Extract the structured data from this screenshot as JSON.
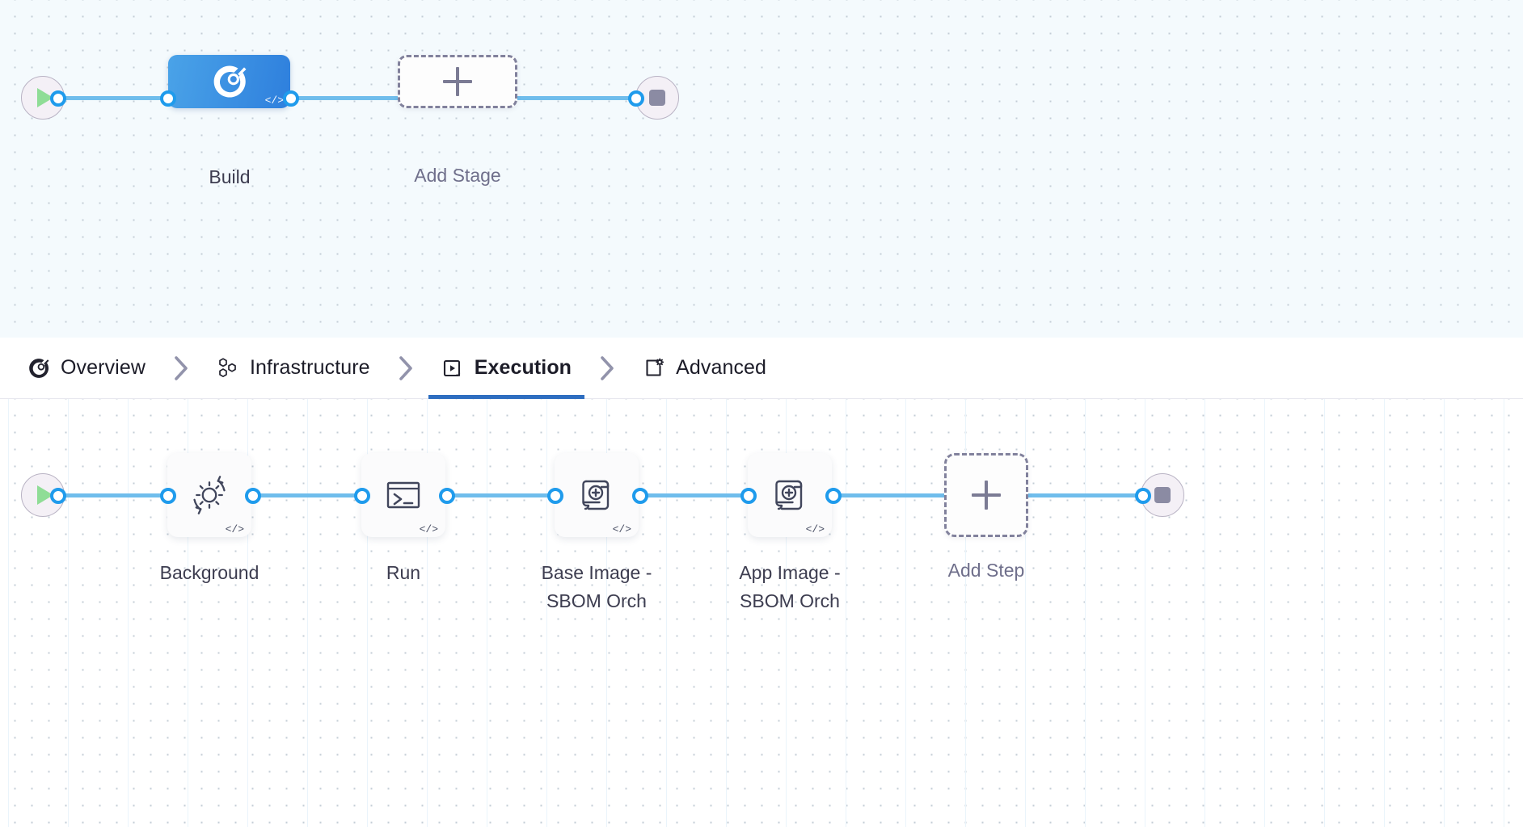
{
  "stage_row": {
    "start_node": {
      "icon": "play-icon",
      "name": "pipeline-start"
    },
    "end_node": {
      "icon": "stop-icon",
      "name": "pipeline-end"
    },
    "stages": [
      {
        "label": "Build",
        "icon": "harness-ci-build-icon",
        "badge": "</>",
        "selected": true
      }
    ],
    "add_stage": {
      "label": "Add Stage",
      "icon": "plus-icon"
    }
  },
  "tabs": {
    "separator_icon": "chevron-right-icon",
    "items": [
      {
        "label": "Overview",
        "icon": "harness-overview-icon",
        "active": false
      },
      {
        "label": "Infrastructure",
        "icon": "hexagon-cluster-icon",
        "active": false
      },
      {
        "label": "Execution",
        "icon": "play-in-box-icon",
        "active": true
      },
      {
        "label": "Advanced",
        "icon": "card-gear-icon",
        "active": false
      }
    ]
  },
  "step_row": {
    "start_node": {
      "icon": "play-icon",
      "name": "execution-start"
    },
    "end_node": {
      "icon": "stop-icon",
      "name": "execution-end"
    },
    "steps": [
      {
        "label": "Background",
        "icon": "gear-refresh-icon",
        "badge": "</>"
      },
      {
        "label": "Run",
        "icon": "terminal-icon",
        "badge": "</>"
      },
      {
        "label": "Base Image -\nSBOM Orch",
        "icon": "scroll-plus-icon",
        "badge": "</>"
      },
      {
        "label": "App Image -\nSBOM Orch",
        "icon": "scroll-plus-icon",
        "badge": "</>"
      }
    ],
    "add_step": {
      "label": "Add Step",
      "icon": "plus-icon"
    }
  },
  "colors": {
    "accent_blue": "#2e6ec0",
    "wire_blue": "#6fbdec",
    "port_blue": "#1f9bec",
    "stage_blue_from": "#4aa3e8",
    "stage_blue_to": "#2e7fdd",
    "canvas_top_bg": "#f4fafd",
    "canvas_bottom_bg": "#ffffff",
    "dash_border": "#81819c",
    "play_green": "#8fdd96",
    "stop_gray": "#8b8ba3"
  }
}
